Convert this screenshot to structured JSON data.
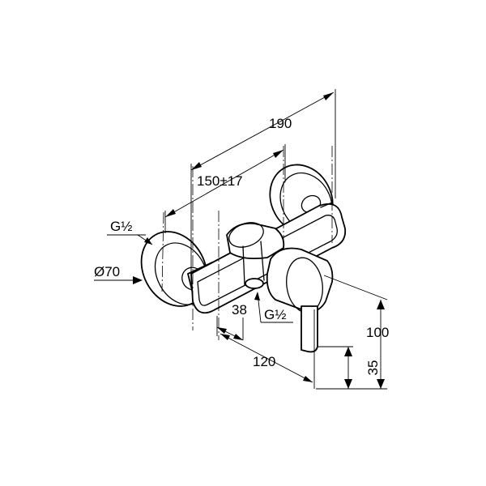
{
  "drawing": {
    "dimensions": {
      "overall_width": "190",
      "center_distance": "150±17",
      "thread_inlet": "G½",
      "rosette_diameter": "Ø70",
      "depth_outlet": "38",
      "thread_outlet": "G½",
      "projection": "120",
      "height_total": "100",
      "height_lever": "35"
    }
  }
}
